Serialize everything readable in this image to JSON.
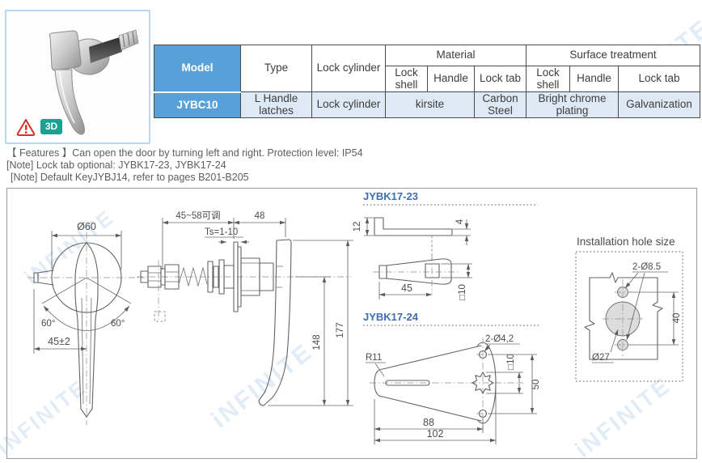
{
  "watermark": "iNFINITE",
  "photo": {
    "badge_3d": "3D"
  },
  "table": {
    "model_header": "Model",
    "type_header": "Type",
    "lock_cylinder_header": "Lock cylinder",
    "material_header": "Material",
    "surface_header": "Surface treatment",
    "sub_lock_shell": "Lock shell",
    "sub_handle": "Handle",
    "sub_lock_tab": "Lock tab",
    "sub_lock_shell2": "Lock shell",
    "sub_handle2": "Handle",
    "sub_lock_tab2": "Lock tab",
    "row": {
      "model": "JYBC10",
      "type": "L Handle latches",
      "lock_cylinder": "Lock cylinder",
      "material_shell_handle": "kirsite",
      "material_lock_tab": "Carbon Steel",
      "surface_shell_handle": "Bright chrome plating",
      "surface_lock_tab": "Galvanization"
    }
  },
  "notes": {
    "features": "【 Features 】Can open the door by turning left and right. Protection level: IP54",
    "note1": "[Note] Lock tab optional: JYBK17-23, JYBK17-24",
    "note2": "[Note] Default KeyJYBJ14, refer to pages B201-B205"
  },
  "drawings": {
    "front_view": {
      "dia": "Ø60",
      "angle_left": "60°",
      "angle_right": "60°",
      "width": "45±2"
    },
    "side_view": {
      "adjust": "45~58可调",
      "len48": "48",
      "ts": "Ts=1-10",
      "d148": "148",
      "d177": "177"
    },
    "jybk23": {
      "label": "JYBK17-23",
      "d12": "12",
      "d4": "4",
      "d45": "45",
      "sq10": "□10"
    },
    "jybk24": {
      "label": "JYBK17-24",
      "r11": "R11",
      "holes": "2-Ø4,2",
      "sq10": "□10",
      "d50": "50",
      "d88": "88",
      "d102": "102"
    },
    "install": {
      "label": "Installation hole size",
      "holes": "2-Ø8.5",
      "dia27": "Ø27",
      "d40": "40"
    }
  },
  "colors": {
    "header_blue": "#58a1d8",
    "row_light_blue": "#dde9f5",
    "label_blue": "#3f6db5",
    "badge_teal": "#19a193",
    "warning_red": "#d93025",
    "photo_border": "#b9d7ee"
  }
}
